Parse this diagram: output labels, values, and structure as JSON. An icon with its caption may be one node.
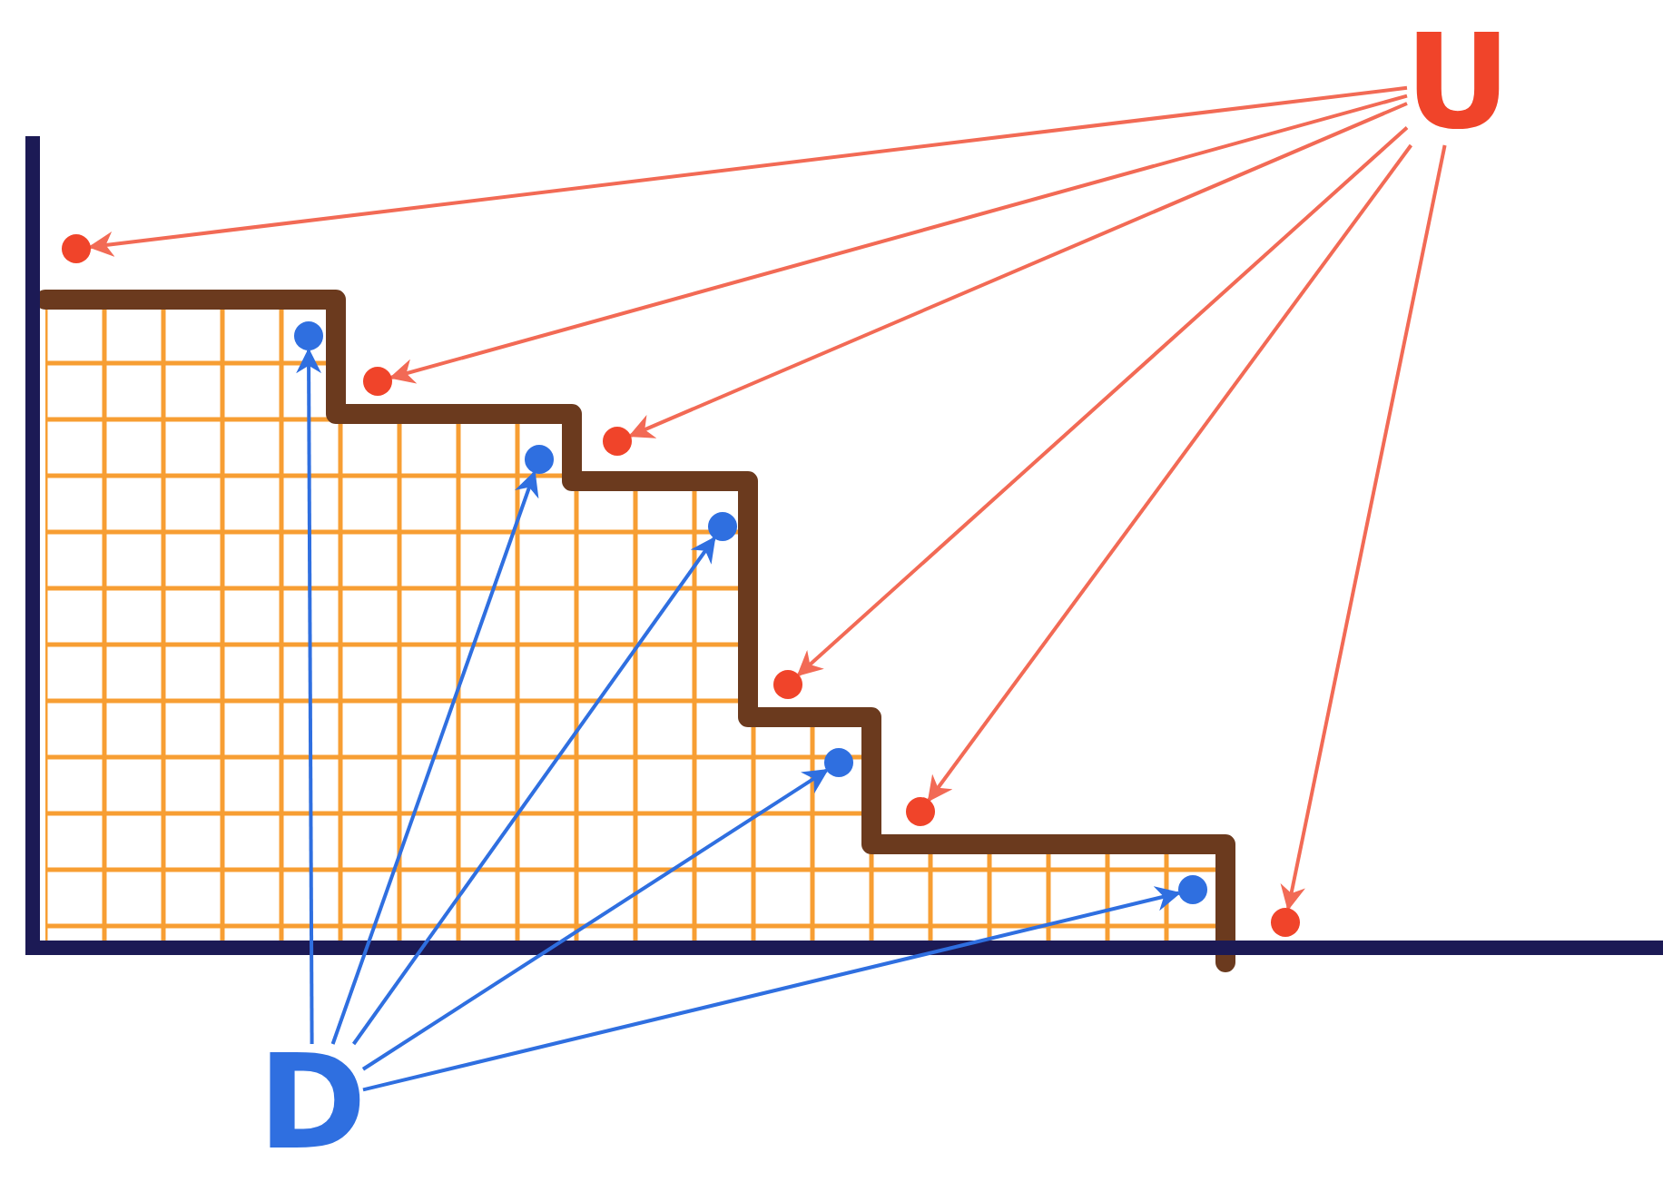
{
  "diagram": {
    "nodes": [
      {
        "text": [
          "U"
        ]
      },
      {
        "text": [],
        "shape": "circle"
      },
      {
        "text": [],
        "shape": "circle"
      },
      {
        "text": [],
        "shape": "circle"
      },
      {
        "text": [],
        "shape": "circle"
      },
      {
        "text": [],
        "shape": "circle"
      },
      {
        "text": [],
        "shape": "circle"
      },
      {
        "text": [],
        "shape": "circle"
      },
      {
        "text": [],
        "shape": "circle"
      },
      {
        "text": [],
        "shape": "circle"
      },
      {
        "text": [],
        "shape": "circle"
      },
      {
        "text": [],
        "shape": "circle"
      },
      {
        "text": [
          "D"
        ]
      }
    ],
    "edges": [
      {
        "from": 0,
        "to": 1,
        "arrow": "to"
      },
      {
        "from": 0,
        "to": 2,
        "arrow": "to"
      },
      {
        "from": 0,
        "to": 3,
        "arrow": "to"
      },
      {
        "from": 0,
        "to": 4,
        "arrow": "to"
      },
      {
        "from": 0,
        "to": 5,
        "arrow": "to"
      },
      {
        "from": 0,
        "to": 6,
        "arrow": "to"
      },
      {
        "from": 12,
        "to": 7,
        "arrow": "to",
        "color": "#2f6fe0"
      },
      {
        "from": 12,
        "to": 8,
        "arrow": "to",
        "color": "#2f6fe0"
      },
      {
        "from": 12,
        "to": 9,
        "arrow": "to",
        "color": "#2f6fe0"
      },
      {
        "from": 12,
        "to": 10,
        "arrow": "to",
        "color": "#2f6fe0"
      },
      {
        "from": 12,
        "to": 11,
        "arrow": "to",
        "color": "#2f6fe0"
      }
    ]
  }
}
